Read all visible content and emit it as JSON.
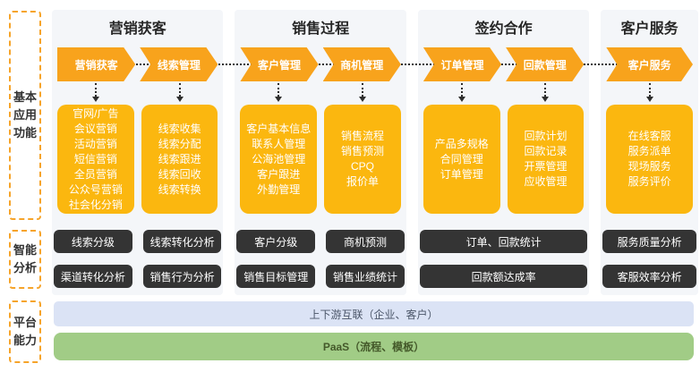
{
  "sidebar": {
    "sections": [
      {
        "label": "基本\n应用\n功能"
      },
      {
        "label": "智能\n分析"
      },
      {
        "label": "平台\n能力"
      }
    ]
  },
  "groups": [
    {
      "title": "营销获客",
      "chevrons": [
        "营销获客",
        "线索管理"
      ],
      "feature_boxes": [
        [
          "官网/广告",
          "会议营销",
          "活动营销",
          "短信营销",
          "全员营销",
          "公众号营销",
          "社会化分销"
        ],
        [
          "线索收集",
          "线索分配",
          "线索跟进",
          "线索回收",
          "线索转换"
        ]
      ],
      "analysis_rows": [
        [
          "线索分级",
          "线索转化分析"
        ],
        [
          "渠道转化分析",
          "销售行为分析"
        ]
      ]
    },
    {
      "title": "销售过程",
      "chevrons": [
        "客户管理",
        "商机管理"
      ],
      "feature_boxes": [
        [
          "客户基本信息",
          "联系人管理",
          "公海池管理",
          "客户跟进",
          "外勤管理"
        ],
        [
          "销售流程",
          "销售预测",
          "CPQ",
          "报价单"
        ]
      ],
      "analysis_rows": [
        [
          "客户分级",
          "商机预测"
        ],
        [
          "销售目标管理",
          "销售业绩统计"
        ]
      ]
    },
    {
      "title": "签约合作",
      "chevrons": [
        "订单管理",
        "回款管理"
      ],
      "feature_boxes": [
        [
          "产品多规格",
          "合同管理",
          "订单管理"
        ],
        [
          "回款计划",
          "回款记录",
          "开票管理",
          "应收管理"
        ]
      ],
      "analysis_rows": [
        [
          "订单、回款统计"
        ],
        [
          "回款额达成率"
        ]
      ]
    },
    {
      "title": "客户服务",
      "chevrons": [
        "客户服务"
      ],
      "feature_boxes": [
        [
          "在线客服",
          "服务派单",
          "现场服务",
          "服务评价"
        ]
      ],
      "analysis_rows": [
        [
          "服务质量分析"
        ],
        [
          "客服效率分析"
        ]
      ]
    }
  ],
  "platform_bars": [
    {
      "label": "上下游互联（企业、客户）"
    },
    {
      "label": "PaaS（流程、模板）"
    }
  ],
  "colors": {
    "chevron_orange": "#f8a31c",
    "feature_yellow": "#fbb70f",
    "analysis_dark": "#343434",
    "panel_bg": "#f4f6f9",
    "dashed_border_orange": "#f6a42a",
    "bar_link_bg": "#dbe3f5",
    "bar_paas_bg": "#a1cc86"
  }
}
